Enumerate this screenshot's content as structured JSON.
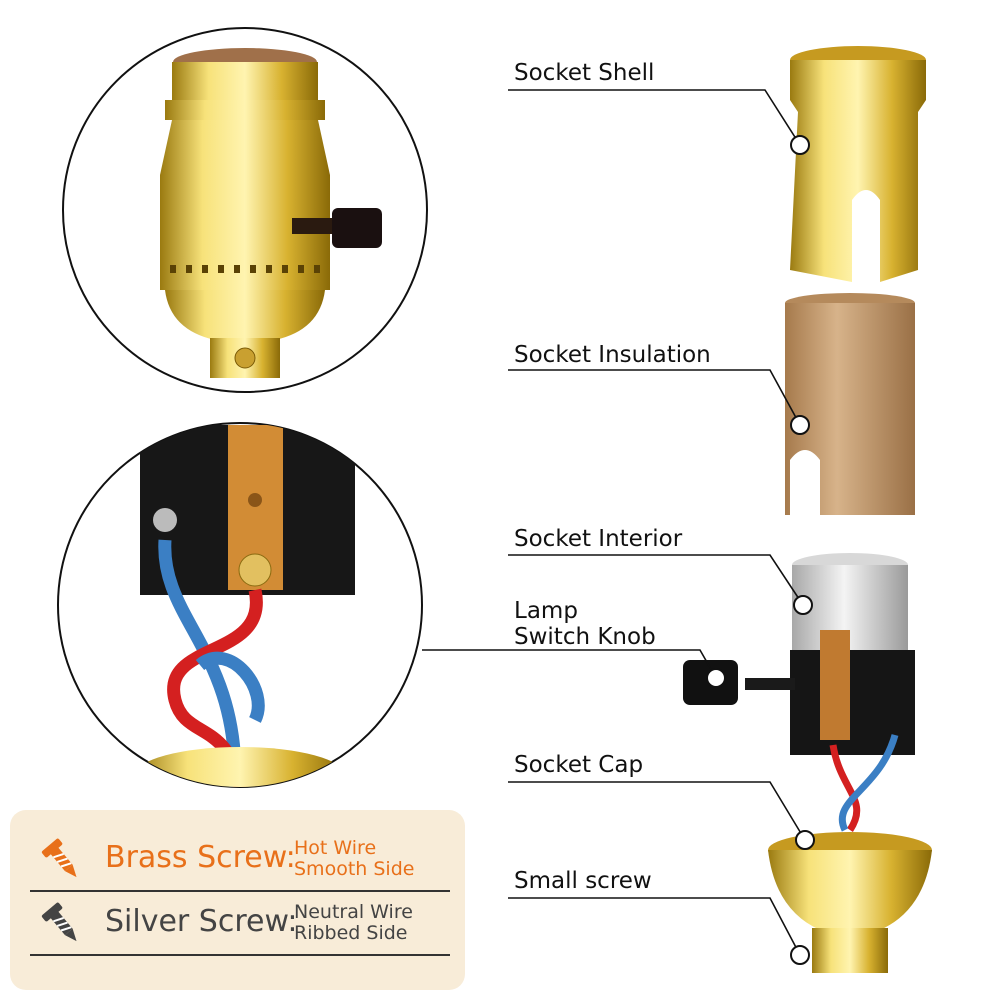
{
  "parts": [
    {
      "id": "shell",
      "label": "Socket Shell"
    },
    {
      "id": "insulation",
      "label": "Socket Insulation"
    },
    {
      "id": "interior",
      "label": "Socket Interior"
    },
    {
      "id": "knob",
      "label_line1": "Lamp",
      "label_line2": "Switch Knob"
    },
    {
      "id": "cap",
      "label": "Socket Cap"
    },
    {
      "id": "screw",
      "label": "Small screw"
    }
  ],
  "legend": {
    "brass": {
      "title": "Brass Screw:",
      "line1": "Hot Wire",
      "line2": "Smooth Side",
      "color": "#e8701a"
    },
    "silver": {
      "title": "Silver Screw:",
      "line1": "Neutral Wire",
      "line2": "Ribbed Side",
      "color": "#444444"
    }
  },
  "icons": [
    "brass-screw-icon",
    "silver-screw-icon"
  ]
}
